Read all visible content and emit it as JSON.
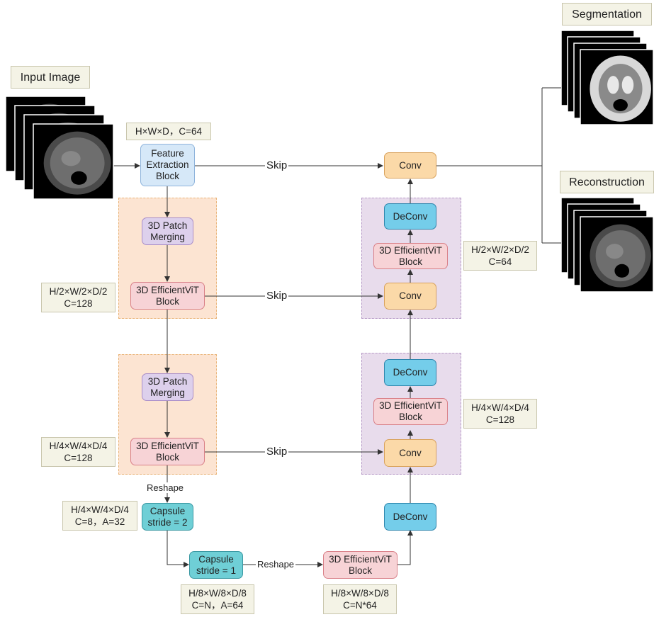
{
  "labels": {
    "input_image": "Input Image",
    "segmentation": "Segmentation",
    "reconstruction": "Reconstruction"
  },
  "blocks": {
    "feature_extraction": "Feature\nExtraction\nBlock",
    "patch_merging_1": "3D Patch\nMerging",
    "efficientvit_enc_1": "3D EfficientViT\nBlock",
    "patch_merging_2": "3D Patch\nMerging",
    "efficientvit_enc_2": "3D EfficientViT\nBlock",
    "capsule_1": "Capsule\nstride = 2",
    "capsule_2": "Capsule\nstride = 1",
    "efficientvit_bottom": "3D EfficientViT\nBlock",
    "deconv_bottom": "DeConv",
    "conv_3": "Conv",
    "efficientvit_dec_2": "3D EfficientViT\nBlock",
    "deconv_2": "DeConv",
    "conv_2": "Conv",
    "efficientvit_dec_1": "3D EfficientViT\nBlock",
    "deconv_1": "DeConv",
    "conv_top": "Conv"
  },
  "notes": {
    "n1": "H×W×D，C=64",
    "n2": "H/2×W/2×D/2\nC=128",
    "n3": "H/4×W/4×D/4\nC=128",
    "n4": "H/4×W/4×D/4\nC=8，A=32",
    "n5": "H/8×W/8×D/8\nC=N，A=64",
    "n6": "H/8×W/8×D/8\nC=N*64",
    "n7": "H/4×W/4×D/4\nC=128",
    "n8": "H/2×W/2×D/2\nC=64"
  },
  "edges": {
    "skip": "Skip",
    "reshape": "Reshape"
  }
}
